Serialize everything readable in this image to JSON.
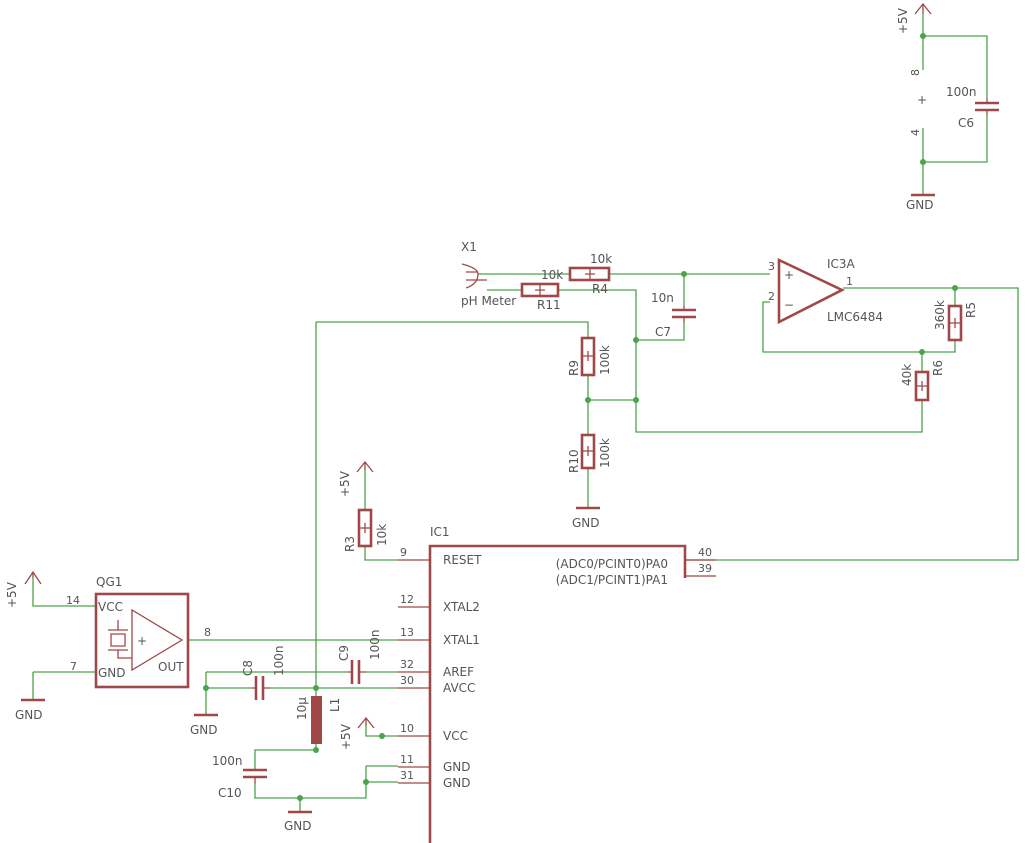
{
  "power_block": {
    "supply": "+5V",
    "pin_top": "8",
    "plus_mark": "+",
    "pin_bottom": "4",
    "cap_value": "100n",
    "cap_name": "C6",
    "ground": "GND"
  },
  "probe": {
    "connector": "X1",
    "connector_label": "pH Meter"
  },
  "r4": {
    "value": "10k",
    "name": "R4"
  },
  "r11": {
    "value": "10k",
    "name": "R11"
  },
  "c7": {
    "value": "10n",
    "name": "C7"
  },
  "opamp": {
    "name": "IC3A",
    "part": "LMC6484",
    "pin_plus": "3",
    "pin_minus": "2",
    "pin_out": "1",
    "sym_plus": "+",
    "sym_minus": "−"
  },
  "r5": {
    "value": "360k",
    "name": "R5"
  },
  "r6": {
    "value": "40k",
    "name": "R6"
  },
  "r9": {
    "value": "100k",
    "name": "R9"
  },
  "r10": {
    "value": "100k",
    "name": "R10"
  },
  "gnd_label": "GND",
  "r3": {
    "value": "10k",
    "name": "R3",
    "supply": "+5V"
  },
  "mcu": {
    "name": "IC1",
    "pins_left": [
      {
        "num": "9",
        "label": "RESET"
      },
      {
        "num": "12",
        "label": "XTAL2"
      },
      {
        "num": "13",
        "label": "XTAL1"
      },
      {
        "num": "32",
        "label": "AREF"
      },
      {
        "num": "30",
        "label": "AVCC"
      },
      {
        "num": "10",
        "label": "VCC"
      },
      {
        "num": "11",
        "label": "GND"
      },
      {
        "num": "31",
        "label": "GND"
      }
    ],
    "pins_right": [
      {
        "num": "40",
        "label": "(ADC0/PCINT0)PA0"
      },
      {
        "num": "39",
        "label": "(ADC1/PCINT1)PA1"
      }
    ]
  },
  "oscillator": {
    "name": "QG1",
    "vcc_label": "VCC",
    "gnd_label": "GND",
    "out_label": "OUT",
    "pin_vcc": "14",
    "pin_gnd": "7",
    "pin_out": "8",
    "supply": "+5V",
    "ground": "GND",
    "plus_mark": "+"
  },
  "c8": {
    "value": "100n",
    "name": "C8"
  },
  "c9": {
    "value": "100n",
    "name": "C9"
  },
  "l1": {
    "value": "10µ",
    "name": "L1"
  },
  "vcc_supply": "+5V",
  "c10": {
    "value": "100n",
    "name": "C10"
  }
}
